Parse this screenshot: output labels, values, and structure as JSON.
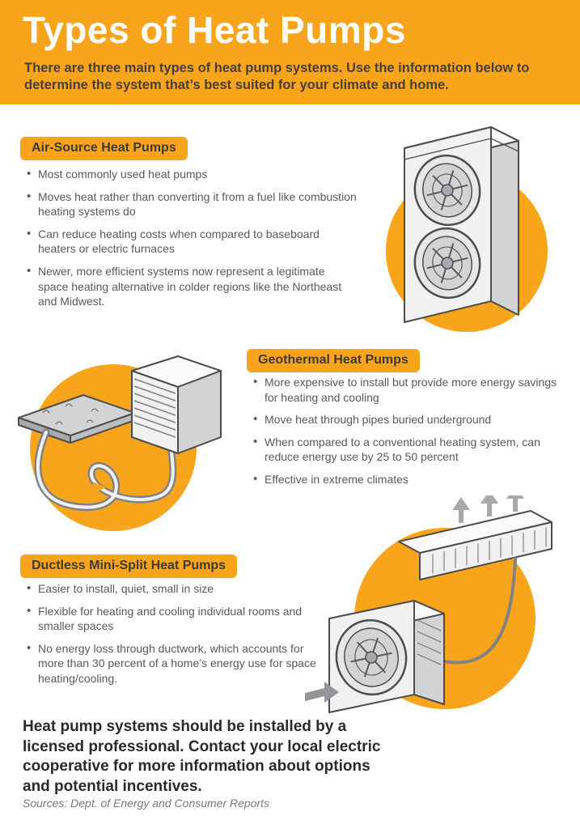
{
  "page": {
    "title": "Types of Heat Pumps",
    "subtitle": "There are three main types of heat pump systems. Use the information below to determine the system that’s best suited for your climate and home."
  },
  "sections": [
    {
      "heading": "Air-Source Heat Pumps",
      "bullets": [
        "Most commonly used heat pumps",
        "Moves heat rather than converting it from a fuel like combustion heating systems do",
        "Can reduce heating costs when compared to baseboard heaters or electric furnaces",
        "Newer, more efficient systems now represent a legitimate space heating alternative in colder regions like the Northeast and Midwest."
      ],
      "illustration": "air-source-outdoor-unit"
    },
    {
      "heading": "Geothermal Heat Pumps",
      "bullets": [
        "More expensive to install but provide more energy savings for heating and cooling",
        "Move heat through pipes buried underground",
        "When compared to a conventional heating system, can reduce energy use by 25 to 50 percent",
        "Effective in extreme climates"
      ],
      "illustration": "geothermal-ground-loop-unit"
    },
    {
      "heading": "Ductless Mini-Split Heat Pumps",
      "bullets": [
        "Easier to install, quiet, small in size",
        "Flexible for heating and cooling individual rooms and smaller spaces",
        "No energy loss through ductwork, which accounts for more than 30 percent of a home’s energy use for space heating/cooling."
      ],
      "illustration": "mini-split-indoor-outdoor-units"
    }
  ],
  "footer": {
    "note": "Heat pump systems should be installed by a licensed professional. Contact your local electric cooperative for more information about options and potential incentives.",
    "sources": "Sources: Dept. of Energy and Consumer Reports"
  },
  "colors": {
    "accent_orange": "#F9A51B",
    "body_text": "#58595B",
    "heading_text": "#3E3A35",
    "title_text": "#FFFFFF"
  }
}
